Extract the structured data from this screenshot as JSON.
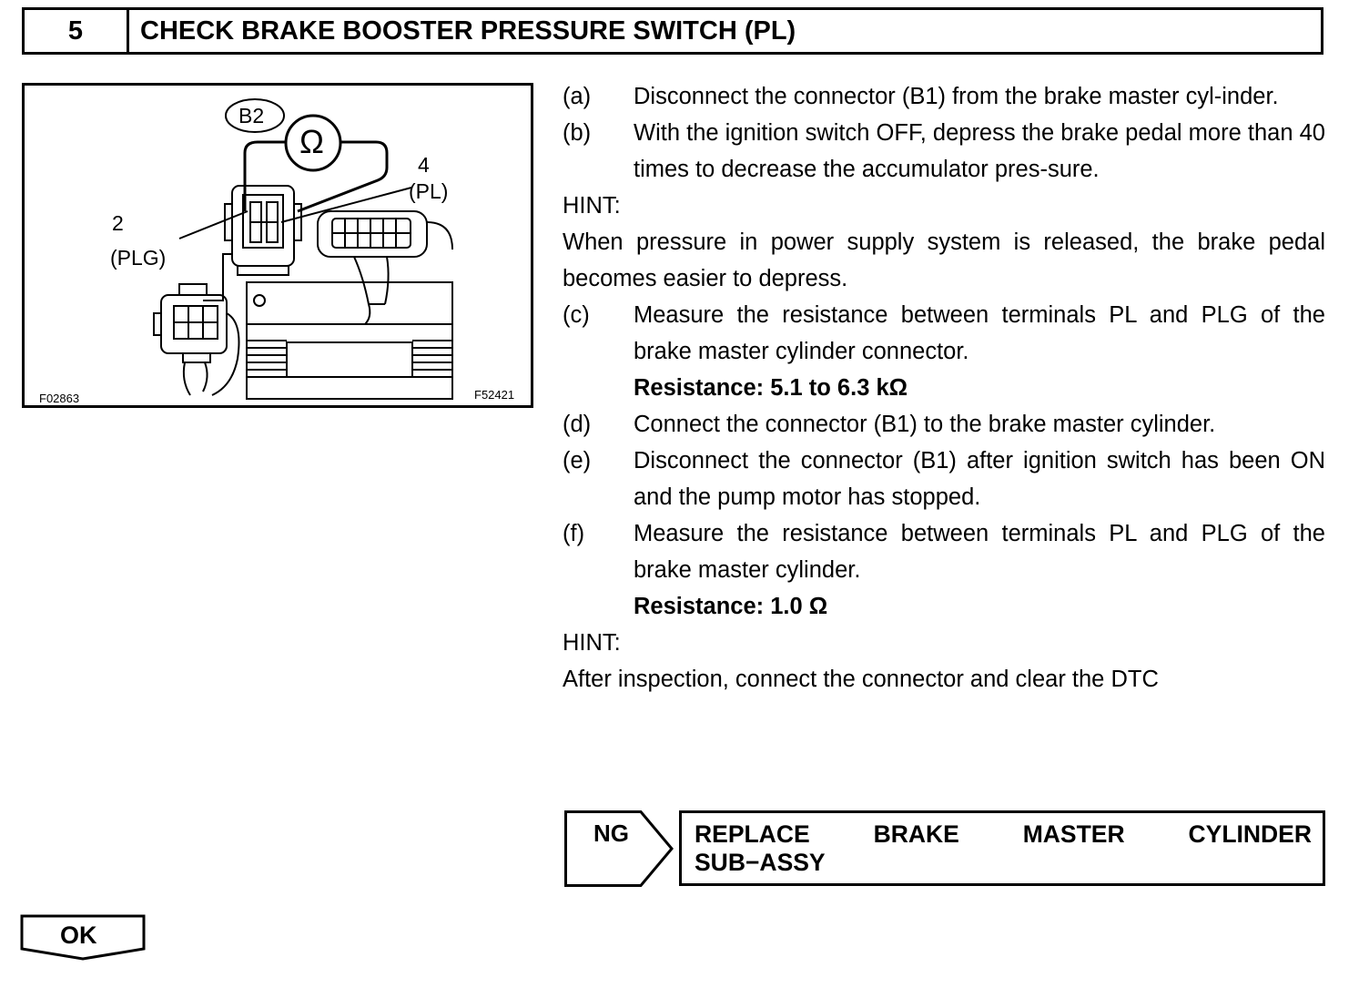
{
  "header": {
    "step_number": "5",
    "title": "CHECK BRAKE BOOSTER PRESSURE SWITCH (PL)"
  },
  "figure": {
    "connector_label": "B2",
    "meter_symbol": "Ω",
    "terminal_pl_number": "4",
    "terminal_pl_name": "(PL)",
    "terminal_plg_number": "2",
    "terminal_plg_name": "(PLG)",
    "code_left": "F02863",
    "code_right": "F52421",
    "icon": "ohmmeter-icon"
  },
  "steps": {
    "a": {
      "label": "(a)",
      "text": "Disconnect the connector (B1) from the brake master cyl-inder."
    },
    "b": {
      "label": "(b)",
      "text": "With the ignition switch OFF, depress the brake pedal more than 40 times to decrease the accumulator pres-sure."
    },
    "hint1_label": "HINT:",
    "hint1_text": "When pressure in power supply system is released, the brake pedal becomes easier to depress.",
    "c": {
      "label": "(c)",
      "text": "Measure the resistance between terminals PL and PLG of the brake master cylinder connector."
    },
    "spec1": "Resistance: 5.1 to 6.3 kΩ",
    "d": {
      "label": "(d)",
      "text": "Connect the connector (B1) to the brake master cylinder."
    },
    "e": {
      "label": "(e)",
      "text": "Disconnect the connector (B1) after ignition switch has been ON and the pump motor has stopped."
    },
    "f": {
      "label": "(f)",
      "text": "Measure the resistance between terminals PL and PLG of the brake master cylinder."
    },
    "spec2": "Resistance: 1.0 Ω",
    "hint2_label": "HINT:",
    "hint2_text": "After inspection, connect the connector and clear the DTC"
  },
  "ng": {
    "label": "NG",
    "action_words": [
      "REPLACE",
      "BRAKE",
      "MASTER",
      "CYLINDER"
    ],
    "action_line2": "SUB−ASSY"
  },
  "ok": {
    "label": "OK"
  }
}
